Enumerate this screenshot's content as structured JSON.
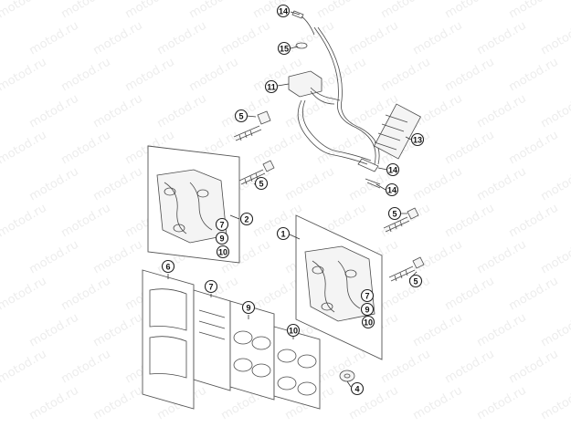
{
  "watermark": "motod.ru",
  "callouts": {
    "c14_top": "14",
    "c15": "15",
    "c11": "11",
    "c5_a": "5",
    "c13": "13",
    "c14_mid": "14",
    "c5_b": "5",
    "c14_low": "14",
    "c2": "2",
    "c7_left": "7",
    "c9_left": "9",
    "c10_left": "10",
    "c1": "1",
    "c5_c": "5",
    "c5_d": "5",
    "c6": "6",
    "c7_bottom": "7",
    "c9_bottom": "9",
    "c10_bottom": "10",
    "c7_right": "7",
    "c9_right": "9",
    "c10_right": "10",
    "c4": "4"
  }
}
